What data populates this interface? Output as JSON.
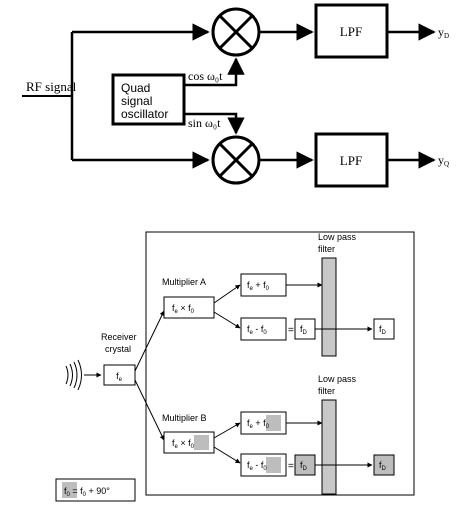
{
  "top_diagram": {
    "input_label": "RF signal",
    "oscillator_line1": "Quad",
    "oscillator_line2": "signal",
    "oscillator_line3": "oscillator",
    "cos_label": "cos ω₀t",
    "sin_label": "sin ω₀t",
    "lpf_upper": "LPF",
    "lpf_lower": "LPF",
    "output_upper": "y",
    "output_upper_sub": "D",
    "output_lower": "y",
    "output_lower_sub": "Q"
  },
  "bottom_diagram": {
    "receiver_label_1": "Receiver",
    "receiver_label_2": "crystal",
    "receiver_box": "fe",
    "multiplier_a_title": "Multiplier A",
    "multiplier_a_box": "fe × f0",
    "multiplier_b_title": "Multiplier B",
    "multiplier_b_box": "fe × f0",
    "sum_a": "fe + f0",
    "diff_a": "fe - f0",
    "sum_b": "fe + f0",
    "diff_b": "fe - f0",
    "equals": "=",
    "fd": "fD",
    "lpf_title_upper_1": "Low pass",
    "lpf_title_upper_2": "filter",
    "lpf_title_lower_1": "Low pass",
    "lpf_title_lower_2": "filter",
    "legend": "f0 = f0 + 90°"
  },
  "colors": {
    "line": "#000000",
    "shaded": "#bdbdbd",
    "filter": "#c8c8c8"
  }
}
